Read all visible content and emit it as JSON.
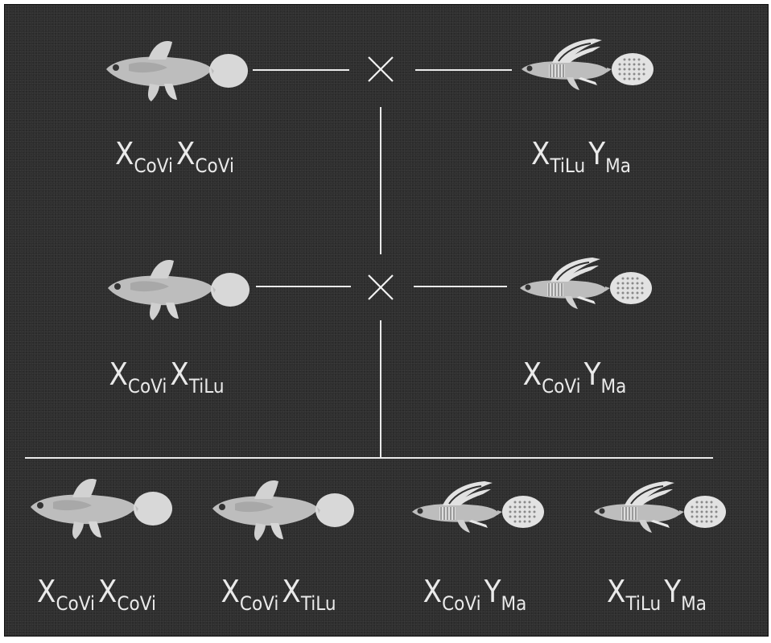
{
  "parents_generation": {
    "female": {
      "genotype": [
        {
          "base": "X",
          "sub": "CoVi"
        },
        {
          "base": "X",
          "sub": "CoVi"
        }
      ]
    },
    "male": {
      "genotype": [
        {
          "base": "X",
          "sub": "TiLu"
        },
        {
          "base": "Y",
          "sub": "Ma"
        }
      ]
    },
    "cross_symbol": "×"
  },
  "f1_generation": {
    "female": {
      "genotype": [
        {
          "base": "X",
          "sub": "CoVi"
        },
        {
          "base": "X",
          "sub": "TiLu"
        }
      ]
    },
    "male": {
      "genotype": [
        {
          "base": "X",
          "sub": "CoVi"
        },
        {
          "base": "Y",
          "sub": "Ma"
        }
      ]
    },
    "cross_symbol": "×"
  },
  "f2_generation": [
    {
      "sex": "female",
      "genotype": [
        {
          "base": "X",
          "sub": "CoVi"
        },
        {
          "base": "X",
          "sub": "CoVi"
        }
      ]
    },
    {
      "sex": "female",
      "genotype": [
        {
          "base": "X",
          "sub": "CoVi"
        },
        {
          "base": "X",
          "sub": "TiLu"
        }
      ]
    },
    {
      "sex": "male",
      "genotype": [
        {
          "base": "X",
          "sub": "CoVi"
        },
        {
          "base": "Y",
          "sub": "Ma"
        }
      ]
    },
    {
      "sex": "male",
      "genotype": [
        {
          "base": "X",
          "sub": "TiLu"
        },
        {
          "base": "Y",
          "sub": "Ma"
        }
      ]
    }
  ],
  "colors": {
    "background": "#2f2f2f",
    "lines": "#eaeaea",
    "fish_body": "#bdbdbd",
    "fish_tail": "#d8d8d8"
  }
}
